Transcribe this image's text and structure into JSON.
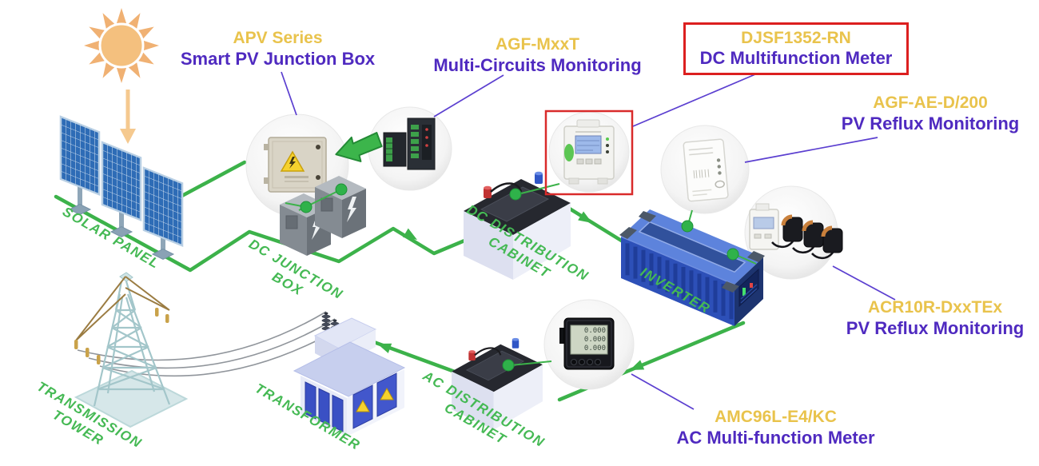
{
  "callouts": {
    "apv": {
      "model": "APV Series",
      "desc": "Smart PV Junction Box"
    },
    "agf_mxxt": {
      "model": "AGF-MxxT",
      "desc": "Multi-Circuits Monitoring"
    },
    "djsf1352": {
      "model": "DJSF1352-RN",
      "desc": "DC Multifunction Meter",
      "highlighted": true
    },
    "agf_ae": {
      "model": "AGF-AE-D/200",
      "desc": "PV Reflux Monitoring"
    },
    "acr10r": {
      "model": "ACR10R-DxxTEx",
      "desc": "PV Reflux Monitoring"
    },
    "amc96l": {
      "model": "AMC96L-E4/KC",
      "desc": "AC Multi-function Meter"
    }
  },
  "components": {
    "solar_panel": "SOLAR PANEL",
    "dc_junction_box": "DC JUNCTION BOX",
    "dc_distribution_cabinet": "DC DISTRIBUTION\nCABINET",
    "inverter": "INVERTER",
    "transmission_tower": "TRANSMISSION\nTOWER",
    "transformer": "TRANSFORMER",
    "ac_distribution_cabinet": "AC DISTRIBUTION\nCABINET"
  },
  "devices": {
    "amc96l_display": "0.000\n0.000\n0.000"
  },
  "colors": {
    "model_text": "#e9c34c",
    "description_text": "#4f2ac0",
    "component_text": "#45b954",
    "flow_line": "#3cb24a",
    "highlight_box": "#dc1f1f",
    "callout_line": "#5b3fd0",
    "sun": "#f3bf7d"
  }
}
